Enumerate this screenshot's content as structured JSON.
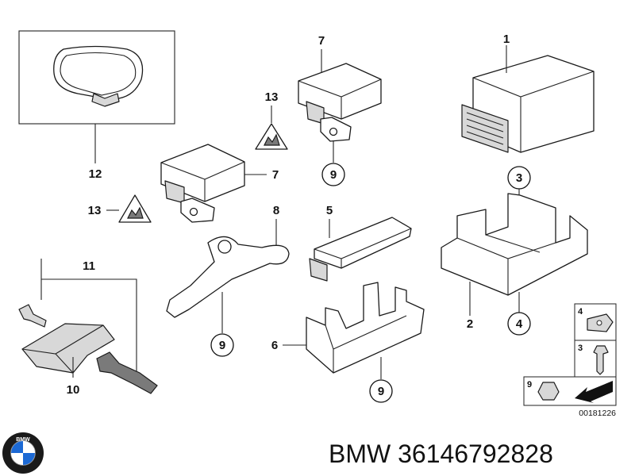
{
  "callouts": {
    "c1": "1",
    "c2": "2",
    "c3": "3",
    "c4": "4",
    "c5": "5",
    "c6": "6",
    "c7a": "7",
    "c7b": "7",
    "c8": "8",
    "c9a": "9",
    "c9b": "9",
    "c9c": "9",
    "c9d": "9",
    "c10": "10",
    "c11": "11",
    "c12": "12",
    "c13a": "13",
    "c13b": "13"
  },
  "legend": {
    "item4": "4",
    "item3": "3",
    "item9": "9"
  },
  "diagram_code": "00181226",
  "brand_title": "BMW 36146792828",
  "brand_logo": {
    "letters": "BMW",
    "colors": {
      "blue": "#1c69d4",
      "white": "#ffffff",
      "ring": "#1a1a1a"
    }
  }
}
